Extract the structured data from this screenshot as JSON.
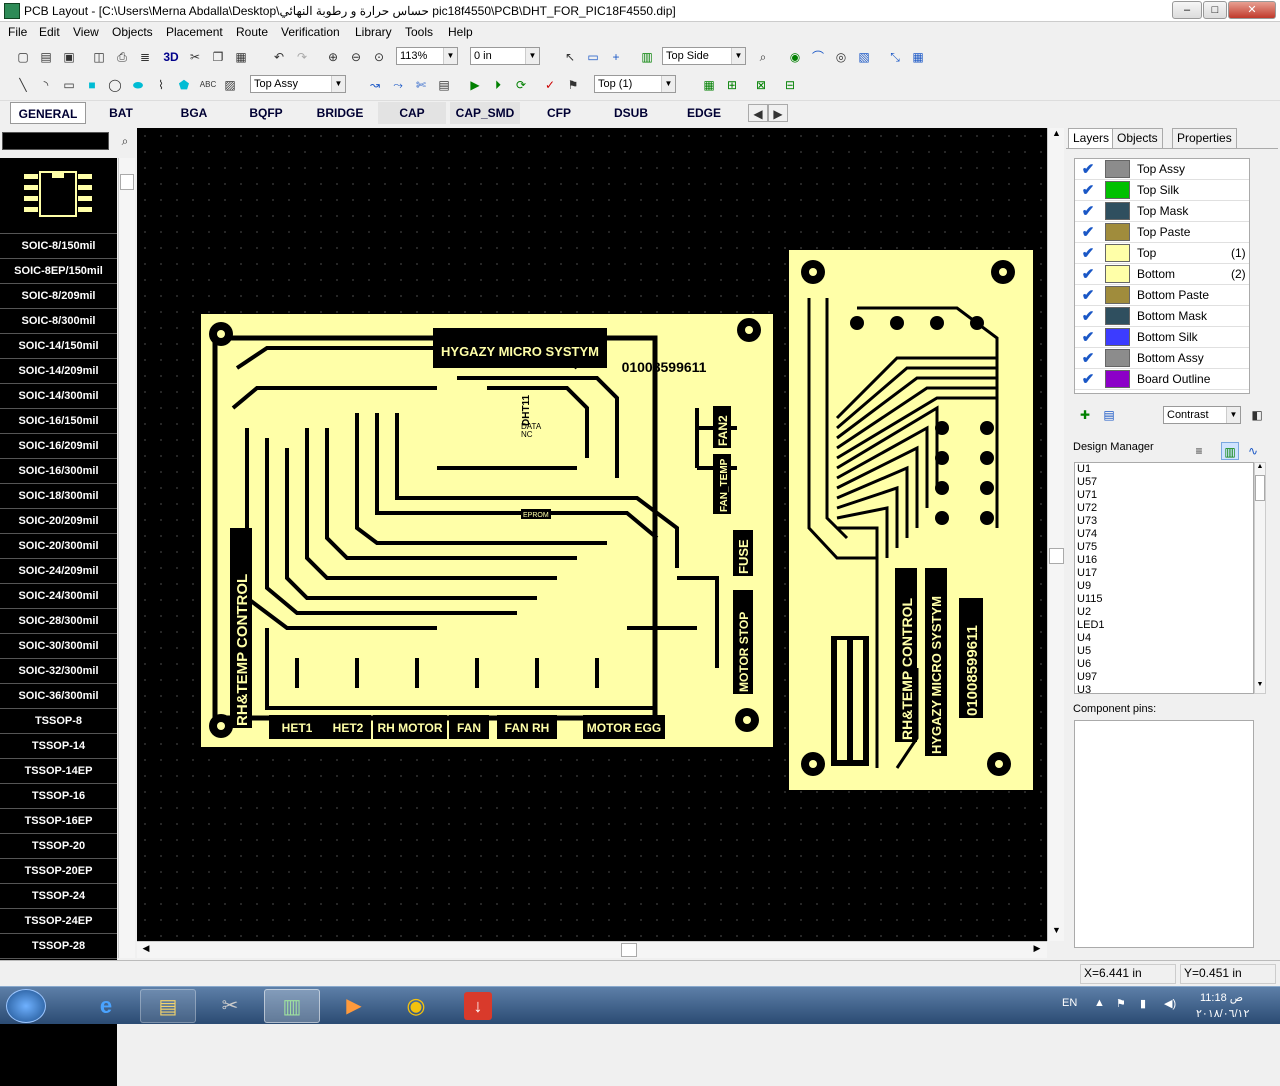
{
  "window": {
    "title": "PCB Layout - [C:\\Users\\Merna Abdalla\\Desktop\\حساس حرارة و رطوبة النهائي pic18f4550\\PCB\\DHT_FOR_PIC18F4550.dip]",
    "min": "–",
    "max": "□",
    "close": "✕"
  },
  "menu": [
    "File",
    "Edit",
    "View",
    "Objects",
    "Placement",
    "Route",
    "Verification",
    "Library",
    "Tools",
    "Help"
  ],
  "toolbar1": {
    "btn_3d": "3D",
    "zoom": "113%",
    "coord": "0 in",
    "side": "Top Side"
  },
  "toolbar2": {
    "text_tool": "ABC",
    "assy": "Top Assy",
    "layer": "Top (1)"
  },
  "lib_tabs": [
    "GENERAL",
    "BAT",
    "BGA",
    "BQFP",
    "BRIDGE",
    "CAP",
    "CAP_SMD",
    "CFP",
    "DSUB",
    "EDGE"
  ],
  "parts": [
    "SOIC-8/150mil",
    "SOIC-8EP/150mil",
    "SOIC-8/209mil",
    "SOIC-8/300mil",
    "SOIC-14/150mil",
    "SOIC-14/209mil",
    "SOIC-14/300mil",
    "SOIC-16/150mil",
    "SOIC-16/209mil",
    "SOIC-16/300mil",
    "SOIC-18/300mil",
    "SOIC-20/209mil",
    "SOIC-20/300mil",
    "SOIC-24/209mil",
    "SOIC-24/300mil",
    "SOIC-28/300mil",
    "SOIC-30/300mil",
    "SOIC-32/300mil",
    "SOIC-36/300mil",
    "TSSOP-8",
    "TSSOP-14",
    "TSSOP-14EP",
    "TSSOP-16",
    "TSSOP-16EP",
    "TSSOP-20",
    "TSSOP-20EP",
    "TSSOP-24",
    "TSSOP-24EP",
    "TSSOP-28"
  ],
  "pcb": {
    "board1": {
      "title": "HYGAZY MICRO SYSTYM",
      "phone": "01008599611",
      "side_label": "RH&TEMP CONTROL",
      "dht": "DHT11",
      "data": "DATA",
      "nc": "NC",
      "eprom": "EPROM",
      "fan2": "FAN2",
      "fan_temp": "FAN_TEMP",
      "fuse": "FUSE",
      "motor_stop": "MOTOR STOP",
      "connectors": [
        "HET1",
        "HET2",
        "RH MOTOR",
        "FAN",
        "FAN RH",
        "MOTOR EGG"
      ]
    },
    "board2": {
      "l1": "RH&TEMP CONTROL",
      "l2": "HYGAZY MICRO SYSTYM",
      "l3": "01008599611"
    }
  },
  "right_tabs": [
    "Layers",
    "Objects",
    "Properties"
  ],
  "layers": [
    {
      "name": "Top Assy",
      "color": "#8c8c8c",
      "num": ""
    },
    {
      "name": "Top Silk",
      "color": "#00c000",
      "num": ""
    },
    {
      "name": "Top Mask",
      "color": "#2f4f5f",
      "num": ""
    },
    {
      "name": "Top Paste",
      "color": "#a08c3c",
      "num": ""
    },
    {
      "name": "Top",
      "color": "#ffffa8",
      "num": "(1)"
    },
    {
      "name": "Bottom",
      "color": "#ffffa8",
      "num": "(2)"
    },
    {
      "name": "Bottom Paste",
      "color": "#a08c3c",
      "num": ""
    },
    {
      "name": "Bottom Mask",
      "color": "#2f4f5f",
      "num": ""
    },
    {
      "name": "Bottom Silk",
      "color": "#3c3cff",
      "num": ""
    },
    {
      "name": "Bottom Assy",
      "color": "#8c8c8c",
      "num": ""
    },
    {
      "name": "Board Outline",
      "color": "#8c00c8",
      "num": ""
    }
  ],
  "contrast": "Contrast",
  "design_manager": {
    "title": "Design Manager",
    "items": [
      "U1",
      "U57",
      "U71",
      "U72",
      "U73",
      "U74",
      "U75",
      "U16",
      "U17",
      "U9",
      "U115",
      "U2",
      "LED1",
      "U4",
      "U5",
      "U6",
      "U97",
      "U3"
    ]
  },
  "component_pins": "Component pins:",
  "status": {
    "x": "X=6.441 in",
    "y": "Y=0.451 in"
  },
  "tray": {
    "lang": "EN",
    "time": "11:18 ص",
    "date": "٢٠١٨/٠٦/١٢"
  }
}
